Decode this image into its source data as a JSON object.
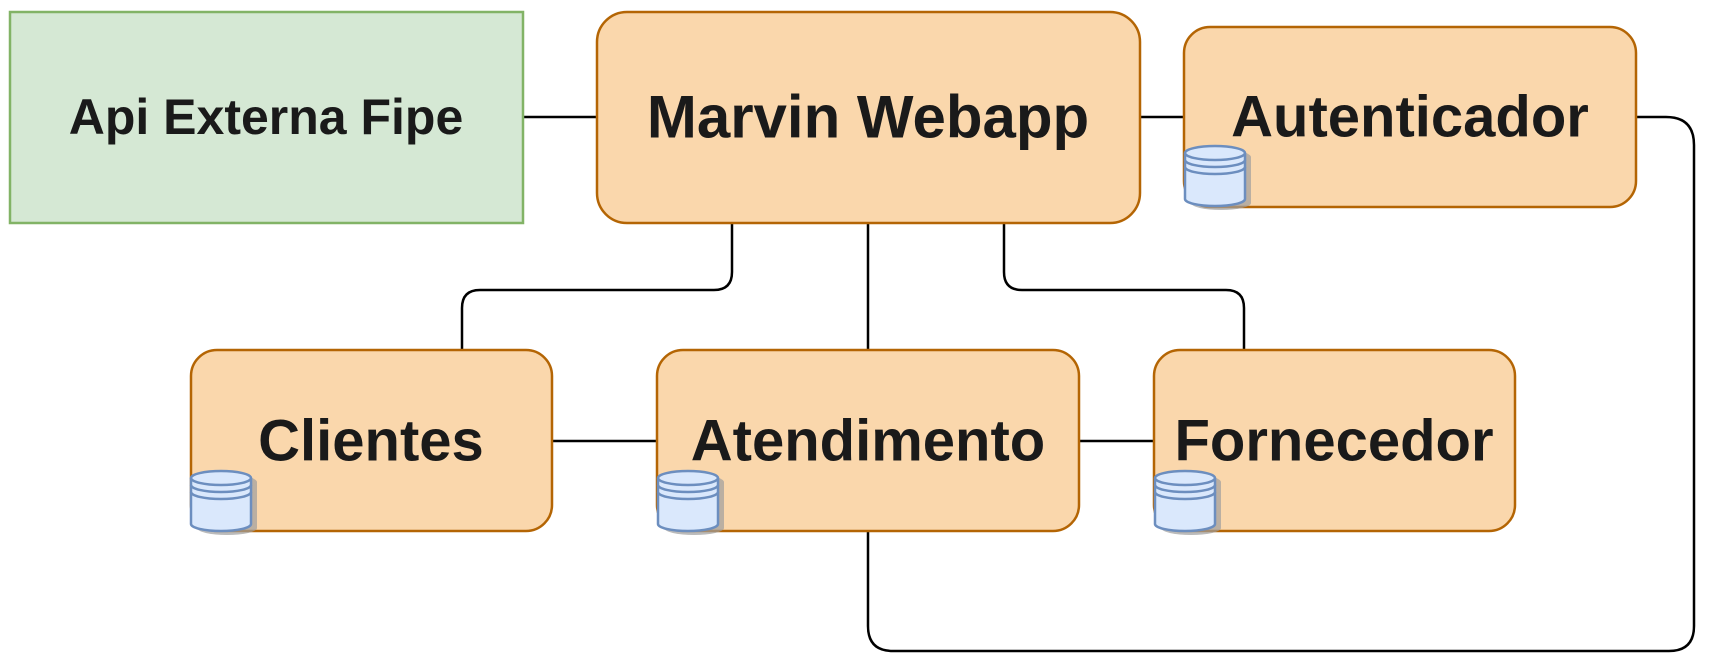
{
  "nodes": {
    "api_fipe": "Api Externa Fipe",
    "webapp": "Marvin Webapp",
    "autenticador": "Autenticador",
    "clientes": "Clientes",
    "atendimento": "Atendimento",
    "fornecedor": "Fornecedor"
  },
  "colors": {
    "external_fill": "#d5e8d4",
    "external_stroke": "#82b366",
    "service_fill": "#fad7ac",
    "service_stroke": "#b46504",
    "database_fill": "#dae8fc",
    "database_stroke": "#6c8ebf",
    "edge": "#000000"
  },
  "edges": [
    {
      "from": "api_fipe",
      "to": "webapp"
    },
    {
      "from": "webapp",
      "to": "autenticador"
    },
    {
      "from": "webapp",
      "to": "clientes"
    },
    {
      "from": "webapp",
      "to": "atendimento"
    },
    {
      "from": "webapp",
      "to": "fornecedor"
    },
    {
      "from": "clientes",
      "to": "atendimento"
    },
    {
      "from": "atendimento",
      "to": "fornecedor"
    },
    {
      "from": "autenticador",
      "to": "atendimento"
    }
  ],
  "databases": [
    "autenticador",
    "clientes",
    "atendimento",
    "fornecedor"
  ]
}
